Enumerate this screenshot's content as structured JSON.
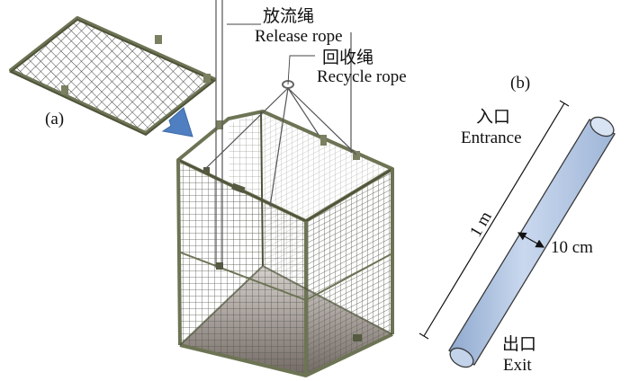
{
  "panel_a": {
    "label": "(a)",
    "release_rope_cn": "放流绳",
    "release_rope_en": "Release rope",
    "recycle_rope_cn": "回收绳",
    "recycle_rope_en": "Recycle rope"
  },
  "panel_b": {
    "label": "(b)",
    "entrance_cn": "入口",
    "entrance_en": "Entrance",
    "exit_cn": "出口",
    "exit_en": "Exit",
    "length_label": "1 m",
    "diameter_label": "10 cm"
  },
  "colors": {
    "frame": "#6c7454",
    "mesh": "#4a4a44",
    "arrow": "#4f7fc0",
    "tube": "#b4c8e4"
  }
}
